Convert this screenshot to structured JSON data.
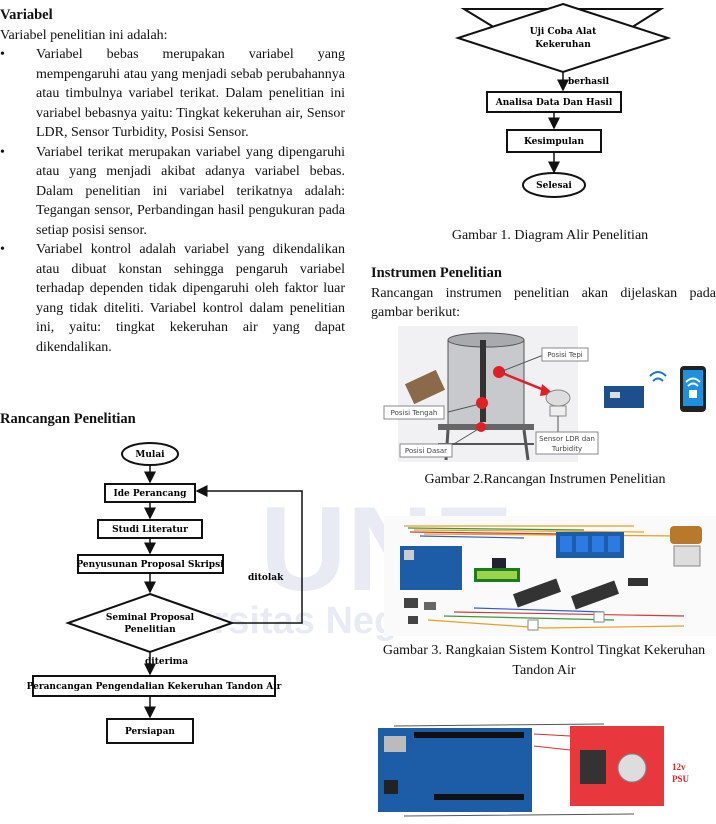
{
  "variabel": {
    "heading": "Variabel",
    "intro": "Variabel penelitian ini adalah:",
    "items": [
      "Variabel bebas merupakan variabel yang mempengaruhi atau yang menjadi sebab perubahannya atau timbulnya variabel terikat. Dalam penelitian ini variabel bebasnya yaitu: Tingkat kekeruhan air, Sensor LDR, Sensor Turbidity, Posisi Sensor.",
      "Variabel terikat merupakan variabel yang dipengaruhi atau yang menjadi akibat adanya variabel bebas. Dalam penelitian ini variabel terikatnya adalah: Tegangan sensor, Perbandingan hasil pengukuran pada setiap posisi sensor.",
      "Variabel kontrol adalah variabel yang dikendalikan atau dibuat konstan sehingga pengaruh variabel terhadap dependen tidak dipengaruhi oleh faktor luar yang tidak diteliti. Variabel kontrol dalam penelitian ini, yaitu: tingkat kekeruhan air yang dapat dikendalikan."
    ]
  },
  "rancangan": {
    "heading": "Rancangan Penelitian"
  },
  "flow_left": {
    "mulai": "Mulai",
    "ide": "Ide Perancang",
    "studi": "Studi Literatur",
    "proposal": "Penyusunan Proposal Skripsi",
    "seminal_1": "Seminal Proposal",
    "seminal_2": "Penelitian",
    "ditolak": "ditolak",
    "diterima": "diterima",
    "perancangan": "Perancangan Pengendalian Kekeruhan Tandon Air",
    "persiapan": "Persiapan"
  },
  "flow_right": {
    "uji_1": "Uji Coba Alat",
    "uji_2": "Kekeruhan",
    "berhasil": "berhasil",
    "analisa": "Analisa Data Dan Hasil",
    "kesimpulan": "Kesimpulan",
    "selesai": "Selesai"
  },
  "figures": {
    "fig1_caption": "Gambar 1. Diagram Alir Penelitian",
    "fig2_caption": "Gambar 2.Rancangan Instrumen Penelitian",
    "fig3_caption_1": "Gambar 3. Rangkaian Sistem Kontrol Tingkat Kekeruhan",
    "fig3_caption_2": "Tandon Air",
    "fig4_psu_1": "12v",
    "fig4_psu_2": "PSU"
  },
  "instrumen": {
    "heading": "Instrumen Penelitian",
    "text": "Rancangan instrumen penelitian akan dijelaskan pada gambar berikut:"
  },
  "fig2_labels": {
    "tepi": "Posisi Tepi",
    "tengah": "Posisi Tengah",
    "dasar": "Posisi Dasar",
    "sensor_1": "Sensor LDR dan",
    "sensor_2": "Turbidity"
  },
  "watermark": {
    "text_1": "UNE",
    "text_2": "Universitas Neg"
  },
  "colors": {
    "marker": "#e31e24",
    "accent_blue": "#1e73d2",
    "board_red": "#e8383d"
  }
}
